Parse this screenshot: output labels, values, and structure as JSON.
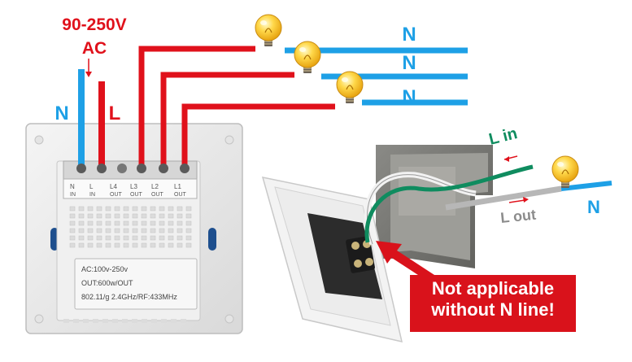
{
  "supply": {
    "voltage": "90-250V",
    "type": "AC"
  },
  "switch_wires": {
    "neutral": "N",
    "live": "L"
  },
  "load_neutrals": [
    "N",
    "N",
    "N"
  ],
  "terminals": [
    {
      "top": "N",
      "bottom": "IN"
    },
    {
      "top": "L",
      "bottom": "IN"
    },
    {
      "top": "L4",
      "bottom": "OUT"
    },
    {
      "top": "L3",
      "bottom": "OUT"
    },
    {
      "top": "L2",
      "bottom": "OUT"
    },
    {
      "top": "L1",
      "bottom": "OUT"
    }
  ],
  "spec_label": [
    "AC:100v-250v",
    "OUT:600w/OUT",
    "802.11/g 2.4GHz/RF:433MHz"
  ],
  "photo": {
    "l_in": "L in",
    "l_out": "L out",
    "neutral": "N"
  },
  "warning": {
    "line1": "Not applicable",
    "line2": "without N line!"
  },
  "colors": {
    "live": "#e0111b",
    "neutral": "#1ea0e6",
    "green_wire": "#0f8c5f",
    "warning_bg": "#d9121b"
  }
}
